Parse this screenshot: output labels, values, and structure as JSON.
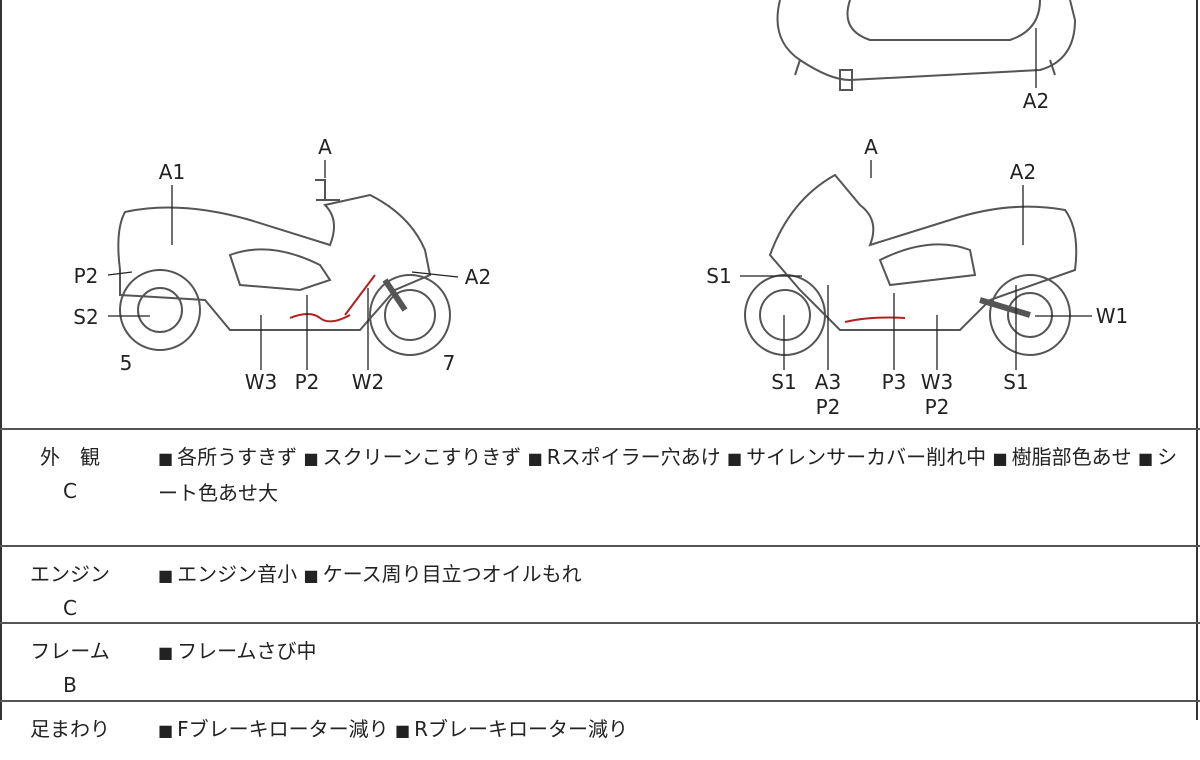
{
  "diagram": {
    "top_view_labels": [
      "A2"
    ],
    "left_view_labels": {
      "top": "A",
      "a1": "A1",
      "p2_left": "P2",
      "a2": "A2",
      "s2": "S2",
      "five": "5",
      "w3": "W3",
      "p2_bottom": "P2",
      "w2": "W2",
      "seven": "7"
    },
    "right_view_labels": {
      "top": "A",
      "a2": "A2",
      "s1_left": "S1",
      "w1": "W1",
      "s1_bottom": "S1",
      "a3": "A3",
      "p2_a": "P2",
      "p3": "P3",
      "w3": "W3",
      "p2_b": "P2",
      "s1_right": "S1"
    },
    "damage_mark_color": "#b22222"
  },
  "bullet": "■",
  "sections": [
    {
      "category": "外　観",
      "grade": "C",
      "items": [
        "各所うすきず",
        "スクリーンこすりきず",
        "Rスポイラー穴あけ",
        "サイレンサーカバー削れ中",
        "樹脂部色あせ",
        "シート色あせ大"
      ]
    },
    {
      "category": "エンジン",
      "grade": "C",
      "items": [
        "エンジン音小",
        "ケース周り目立つオイルもれ"
      ]
    },
    {
      "category": "フレーム",
      "grade": "B",
      "items": [
        "フレームさび中"
      ]
    },
    {
      "category": "足まわり",
      "grade": "",
      "items": [
        "Fブレーキローター減り",
        "Rブレーキローター減り"
      ]
    }
  ]
}
